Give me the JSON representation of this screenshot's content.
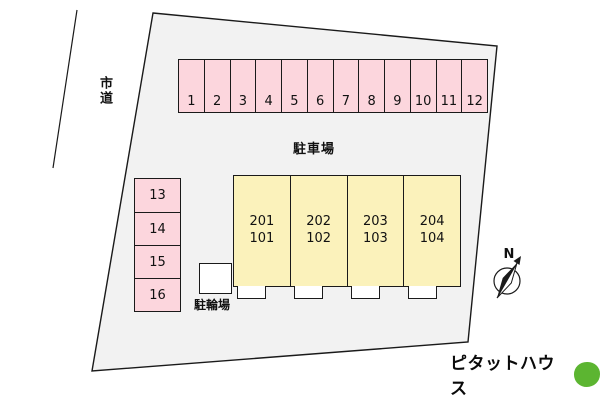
{
  "labels": {
    "road": "市道",
    "parking_area": "駐車場",
    "bicycle_parking": "駐輪場",
    "compass_north": "N"
  },
  "parking": {
    "top_row": [
      "1",
      "2",
      "3",
      "4",
      "5",
      "6",
      "7",
      "8",
      "9",
      "10",
      "11",
      "12"
    ],
    "side_column": [
      "13",
      "14",
      "15",
      "16"
    ]
  },
  "building": {
    "units": [
      {
        "upper": "201",
        "lower": "101"
      },
      {
        "upper": "202",
        "lower": "102"
      },
      {
        "upper": "203",
        "lower": "103"
      },
      {
        "upper": "204",
        "lower": "104"
      }
    ]
  },
  "logo": {
    "text": "ピタットハウス",
    "mark_color": "#5cb531"
  },
  "colors": {
    "site_fill": "#f2f2f2",
    "parking_stall_fill": "#fcd6dd",
    "building_fill": "#fbf2bb",
    "outline": "#1a1a1a"
  }
}
